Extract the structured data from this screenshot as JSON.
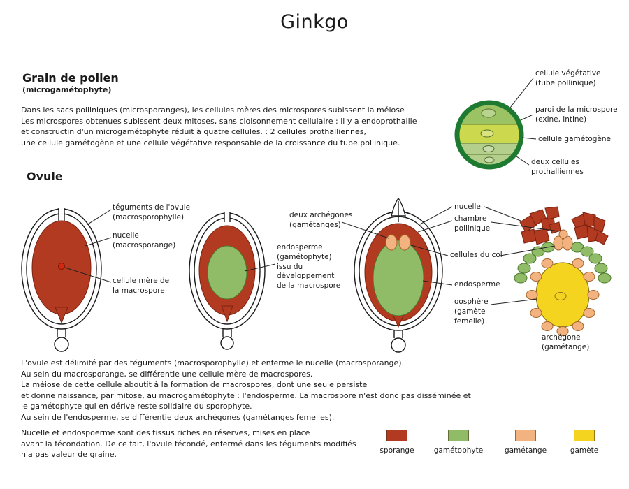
{
  "title": "Ginkgo",
  "pollen_section": {
    "heading": "Grain de pollen",
    "subheading": "(microgamétophyte)",
    "paragraph": "Dans les sacs polliniques (microsporanges), les cellules mères des microspores subissent la méiose\nLes microspores obtenues subissent deux mitoses, sans cloisonnement cellulaire : il y a endoprothallie\net constructin d'un microgamétophyte réduit à quatre cellules. : 2 cellules prothalliennes,\nune cellule gamétogène et une cellule végétative responsable de la croissance du tube pollinique.",
    "labels": {
      "vegetative": "cellule végétative\n(tube pollinique)",
      "wall": "paroi de la microspore\n(exine, intine)",
      "gametogenous": "cellule gamétogène",
      "prothallial": "deux cellules\nprothalliennes"
    }
  },
  "ovule_section": {
    "heading": "Ovule",
    "labels": {
      "teguments": "téguments de l'ovule\n(macrosporophylle)",
      "nucelle1": "nucelle\n(macrosporange)",
      "mother_cell": "cellule mère de\nla macrospore",
      "archegonia": "deux archégones\n(gamétanges)",
      "endosperm2": "endosperme\n(gamétophyte)\nissu du\ndéveloppement\nde la macrospore",
      "nucelle3": "nucelle",
      "pollen_chamber": "chambre\npollinique",
      "neck_cells": "cellules du col",
      "endosperm3": "endosperme",
      "oosphere": "oosphère\n(gamète\nfemelle)",
      "archegonium": "archégone\n(gamétange)"
    },
    "paragraph": "L'ovule est délimité par des téguments (macrosporophylle) et enferme le nucelle (macrosporange).\nAu sein du macrosporange, se différentie une cellule mère de macrospores.\nLa méiose de cette cellule aboutit à la formation de macrospores, dont une seule persiste\net donne naissance, par mitose, au macrogamétophyte : l'endosperme. La macrospore n'est donc pas disséminée et\nle gamétophyte qui en dérive reste solidaire du sporophyte.\nAu sein de l'endosperme, se différentie deux archégones (gamétanges femelles).",
    "note": "Nucelle et endospoerme sont des tissus riches en réserves, mises en place\navant la fécondation. De ce fait, l'ovule fécondé, enfermé dans les téguments modifiés\nn'a pas valeur de graine."
  },
  "legend": {
    "items": [
      {
        "label": "sporange"
      },
      {
        "label": "gamétophyte"
      },
      {
        "label": "gamétange"
      },
      {
        "label": "gamète"
      }
    ]
  },
  "colors": {
    "sporange": "#b23a20",
    "gametophyte": "#90bb67",
    "gametange": "#f2b381",
    "gamete": "#f5d41f",
    "pollen_ring": "#1e7a30",
    "pollen_body": "#a8c878",
    "pollen_top": "#9bc263",
    "pollen_band": "#ccd84d",
    "pollen_bottom": "#b3cf8b"
  }
}
